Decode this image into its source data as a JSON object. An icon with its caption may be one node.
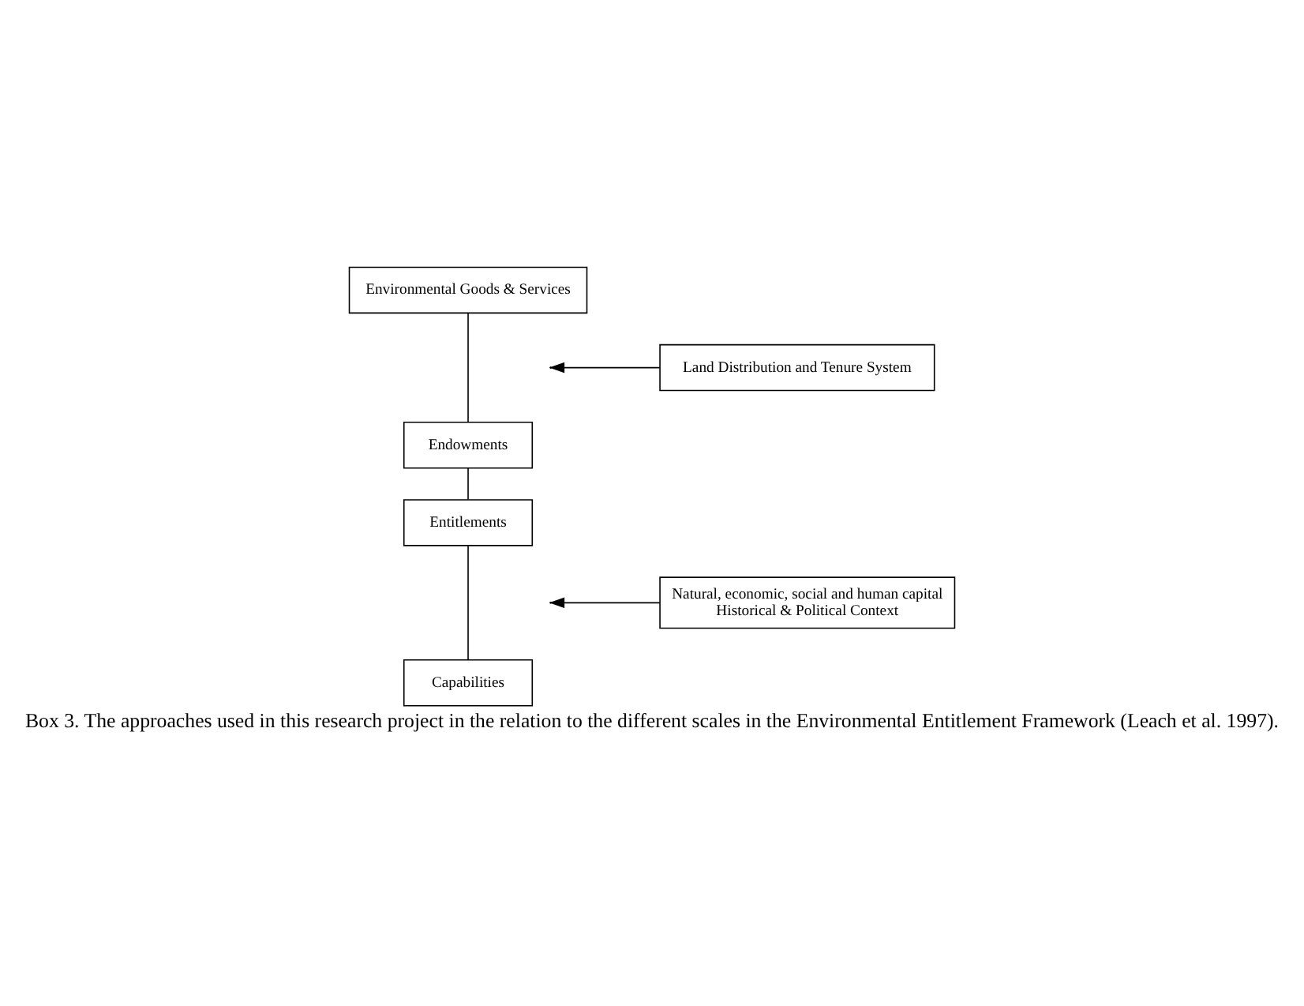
{
  "diagram": {
    "caption": "Box 3. The approaches used in this research project in the relation to the different scales in the Environmental Entitlement Framework (Leach et al. 1997).",
    "nodes": [
      {
        "text": [
          "Environmental Goods & Services"
        ]
      },
      {
        "text": [
          "Endowments"
        ]
      },
      {
        "text": [
          "Entitlements"
        ]
      },
      {
        "text": [
          "Capabilities"
        ]
      },
      {
        "text": [
          "Land Distribution and Tenure System"
        ]
      },
      {
        "text": [
          "Natural, economic, social and human capital",
          "Historical & Political Context"
        ]
      }
    ],
    "edges": [
      {
        "from": 0,
        "to": 1,
        "arrow": "none"
      },
      {
        "from": 1,
        "to": 2,
        "arrow": "none"
      },
      {
        "from": 2,
        "to": 3,
        "arrow": "none"
      },
      {
        "from": 4,
        "to": null,
        "arrow": "to"
      },
      {
        "from": 5,
        "to": null,
        "arrow": "to"
      }
    ]
  }
}
